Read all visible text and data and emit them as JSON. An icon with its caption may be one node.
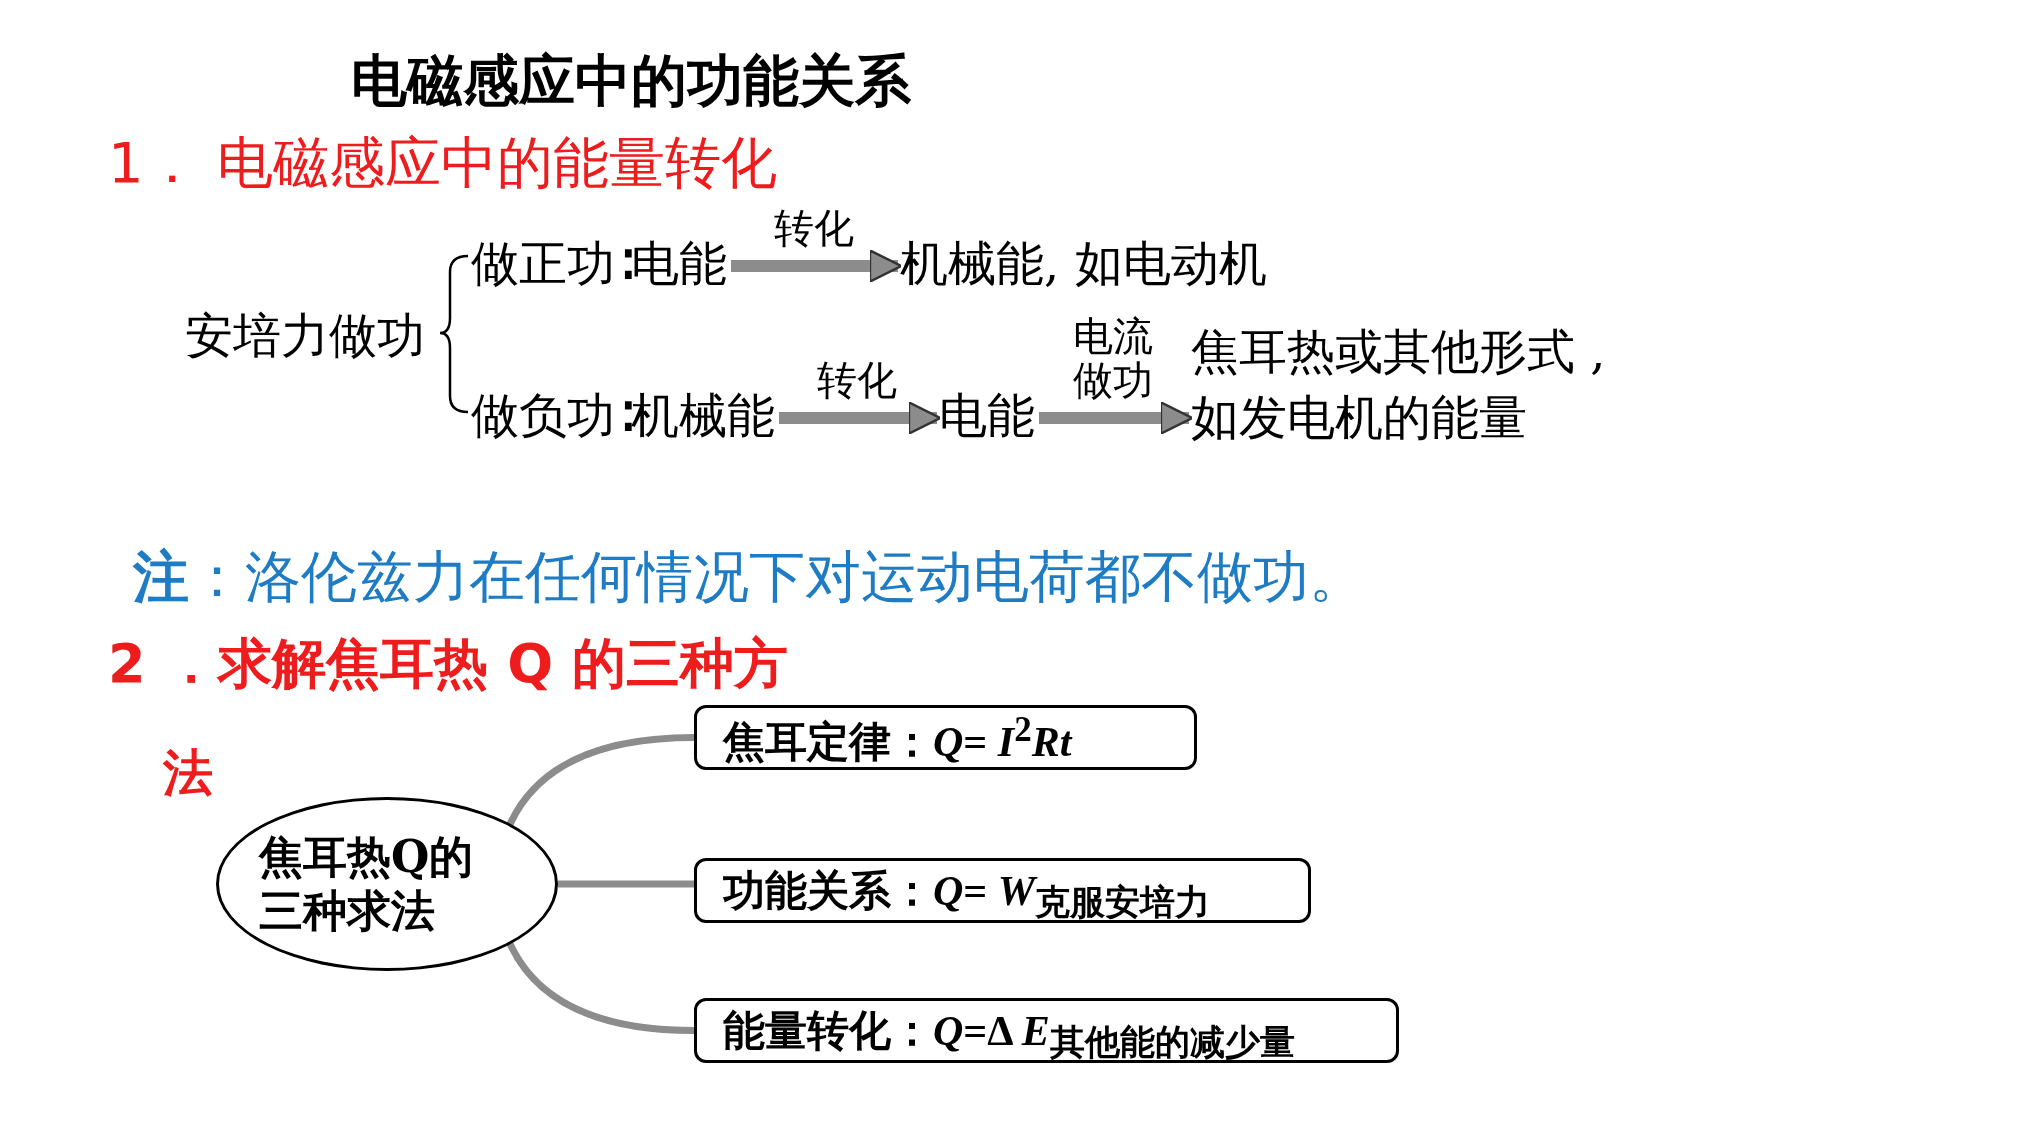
{
  "diagram": {
    "title": "电磁感应中的功能关系",
    "nodes": [
      {
        "text": [
          "做正功∶电能"
        ]
      },
      {
        "text": [
          "机械能, 如电动机"
        ]
      },
      {
        "text": [
          "做负功∶机械能"
        ]
      },
      {
        "text": [
          "电能"
        ]
      },
      {
        "text": [
          "焦耳热或其他形式 ,如发电机的能量"
        ]
      },
      {
        "text": [
          "焦耳热Q的三种求法"
        ]
      },
      {
        "text": [
          "焦耳定律：*Q*= *I*$^{2}$*Rt*"
        ]
      },
      {
        "text": [
          "功能关系：*Q*= *W*$_{克服安培力}$"
        ]
      },
      {
        "text": [
          "能量转化：*Q*=Δ *E*$_{其他能的减少量}$"
        ]
      }
    ],
    "edges": [
      {
        "from": 0,
        "to": 1,
        "arrow": "to",
        "label": "转化"
      },
      {
        "from": 2,
        "to": 3,
        "arrow": "to",
        "label": "转化"
      },
      {
        "from": 3,
        "to": 4,
        "arrow": "to",
        "label": "电流做功"
      },
      {
        "from": 5,
        "to": 6,
        "arrow": "none"
      },
      {
        "from": 5,
        "to": 7,
        "arrow": "none"
      },
      {
        "from": 5,
        "to": 8,
        "arrow": "none"
      }
    ],
    "labels": [
      "1． 电磁感应中的能量转化",
      "安培力做功",
      "**注**：洛伦兹力在任何情况下对运动电荷都不做功。",
      "2 ．求解焦耳热 Q 的三种方",
      "法"
    ]
  }
}
